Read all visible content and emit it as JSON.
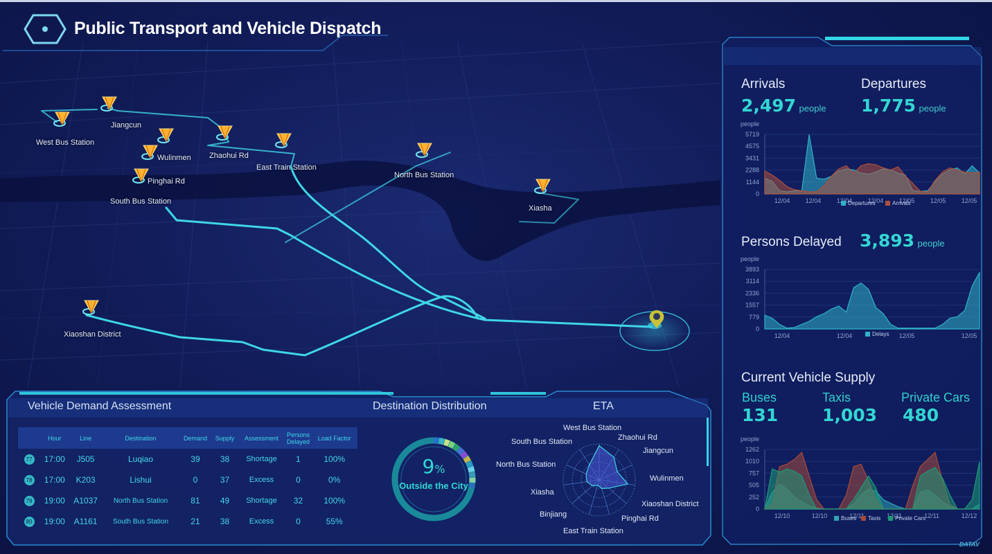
{
  "header": {
    "title": "Public Transport and Vehicle Dispatch"
  },
  "map": {
    "stations": [
      "Jiangcun",
      "West Bus Station",
      "Wulinmen",
      "Zhaohui Rd",
      "East Train Station",
      "Pinghai Rd",
      "South Bus Station",
      "North Bus Station",
      "Xiasha",
      "Xiaoshan District"
    ]
  },
  "stats": {
    "arrivals_label": "Arrivals",
    "arrivals_value": "2,497",
    "arrivals_unit": "people",
    "departures_label": "Departures",
    "departures_value": "1,775",
    "departures_unit": "people",
    "delayed_label": "Persons Delayed",
    "delayed_value": "3,893",
    "delayed_unit": "people",
    "supply_title": "Current Vehicle Supply",
    "buses_label": "Buses",
    "buses_value": "131",
    "taxis_label": "Taxis",
    "taxis_value": "1,003",
    "cars_label": "Private Cars",
    "cars_value": "480"
  },
  "chart_data": [
    {
      "type": "area",
      "ylabel": "people",
      "yticks": [
        "5719",
        "4575",
        "3431",
        "2288",
        "1144",
        "0"
      ],
      "xticks": [
        "12/04",
        "12/04",
        "12/04",
        "12/04",
        "12/05",
        "12/05",
        "12/05"
      ],
      "ylim": [
        0,
        5719
      ],
      "series": [
        {
          "name": "Departures",
          "color": "#2fb3c7",
          "values": [
            1500,
            1200,
            300,
            200,
            300,
            300,
            5700,
            1500,
            1400,
            1700,
            2200,
            2400,
            2300,
            2000,
            1900,
            2100,
            2400,
            2300,
            2000,
            1800,
            300,
            250,
            300,
            1200,
            1900,
            2300,
            2500,
            1900,
            2700,
            2000
          ]
        },
        {
          "name": "Arrivals",
          "color": "#b0503a",
          "values": [
            2200,
            1800,
            1300,
            700,
            400,
            300,
            200,
            200,
            800,
            1700,
            2400,
            2700,
            2000,
            2700,
            2900,
            2800,
            2500,
            2300,
            2600,
            1700,
            1000,
            250,
            200,
            1300,
            2100,
            2500,
            2300,
            2100,
            2000,
            2100
          ]
        }
      ]
    },
    {
      "type": "area",
      "ylabel": "people",
      "yticks": [
        "3893",
        "3114",
        "2336",
        "1557",
        "779",
        "0"
      ],
      "xticks": [
        "12/04",
        "12/04",
        "12/05",
        "12/05"
      ],
      "ylim": [
        0,
        3893
      ],
      "series": [
        {
          "name": "Delays",
          "color": "#2fb3c7",
          "values": [
            900,
            700,
            300,
            50,
            100,
            300,
            500,
            800,
            1000,
            1300,
            1500,
            1100,
            2700,
            3000,
            2600,
            1400,
            1000,
            300,
            50,
            50,
            50,
            50,
            50,
            50,
            300,
            700,
            800,
            1200,
            2800,
            3700
          ]
        }
      ]
    },
    {
      "type": "area",
      "ylabel": "people",
      "yticks": [
        "1262",
        "1010",
        "757",
        "505",
        "252",
        "0"
      ],
      "xticks": [
        "12/10",
        "12/10",
        "12/11",
        "12/11",
        "12/11",
        "12/12"
      ],
      "ylim": [
        0,
        1262
      ],
      "series": [
        {
          "name": "Buses",
          "color": "#2fa3b3",
          "values": [
            0,
            350,
            520,
            420,
            250,
            150,
            60,
            20,
            0,
            0,
            0,
            0,
            100,
            300,
            420,
            380,
            200,
            120,
            50,
            0,
            0,
            350,
            400,
            300,
            150,
            50,
            0,
            0,
            0,
            100
          ]
        },
        {
          "name": "Taxis",
          "color": "#a84a3a",
          "values": [
            0,
            100,
            900,
            950,
            1050,
            1200,
            700,
            200,
            0,
            0,
            0,
            300,
            900,
            950,
            600,
            200,
            0,
            0,
            0,
            0,
            500,
            900,
            1050,
            1200,
            600,
            100,
            0,
            0,
            0,
            0
          ]
        },
        {
          "name": "Private Cars",
          "color": "#1f9a76",
          "values": [
            0,
            850,
            780,
            850,
            800,
            700,
            300,
            0,
            0,
            0,
            0,
            0,
            200,
            450,
            700,
            450,
            0,
            0,
            0,
            0,
            0,
            700,
            800,
            880,
            650,
            300,
            0,
            0,
            200,
            1000
          ]
        }
      ]
    }
  ],
  "demand": {
    "title": "Vehicle Demand Assessment",
    "columns": [
      "Hour",
      "Line",
      "Destination",
      "Demand",
      "Supply",
      "Assessment",
      "Persons Delayed",
      "Load Factor"
    ],
    "rows": [
      {
        "no": "77",
        "hour": "17:00",
        "line": "J505",
        "dest": "Luqiao",
        "demand": "39",
        "supply": "38",
        "assess": "Shortage",
        "delayed": "1",
        "load": "100%"
      },
      {
        "no": "78",
        "hour": "17:00",
        "line": "K203",
        "dest": "Lishui",
        "demand": "0",
        "supply": "37",
        "assess": "Excess",
        "delayed": "0",
        "load": "0%"
      },
      {
        "no": "79",
        "hour": "19:00",
        "line": "A1037",
        "dest": "North Bus Station",
        "demand": "81",
        "supply": "49",
        "assess": "Shortage",
        "delayed": "32",
        "load": "100%"
      },
      {
        "no": "80",
        "hour": "19:00",
        "line": "A1161",
        "dest": "South Bus Station",
        "demand": "21",
        "supply": "38",
        "assess": "Excess",
        "delayed": "0",
        "load": "55%"
      }
    ]
  },
  "destination": {
    "title": "Destination Distribution",
    "percent": "9",
    "pct_sign": "%",
    "caption": "Outside the City",
    "share": 0.09
  },
  "eta": {
    "title": "ETA",
    "labels": [
      "West Bus Station",
      "Zhaohui Rd",
      "Jiangcun",
      "Wulinmen",
      "Xiaoshan District",
      "Pinghai Rd",
      "East Train Station",
      "Binjiang",
      "Xiasha",
      "North Bus Station",
      "South Bus Station"
    ],
    "values": [
      0.95,
      0.75,
      0.55,
      0.8,
      0.35,
      0.25,
      0.15,
      0.25,
      0.35,
      0.4,
      0.5
    ]
  },
  "colors": {
    "accent": "#33d6d2",
    "panel": "#12215f",
    "frame": "#2fa9d0"
  }
}
